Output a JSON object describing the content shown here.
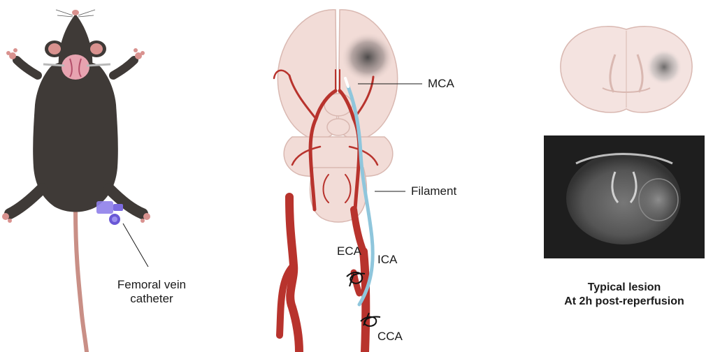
{
  "labels": {
    "femoral_line1": "Femoral vein",
    "femoral_line2": "catheter",
    "mca": "MCA",
    "filament": "Filament",
    "eca": "ECA",
    "ica": "ICA",
    "cca": "CCA",
    "lesion_line1": "Typical lesion",
    "lesion_line2": "At 2h post-reperfusion"
  },
  "colors": {
    "mouse_body": "#3f3a37",
    "mouse_pink": "#d9928f",
    "brain_fill": "#f2dcd7",
    "brain_stroke": "#d9b8b1",
    "artery": "#b8332d",
    "filament": "#8fc6dc",
    "catheter": "#7c6be0",
    "mri_bg": "#1e1e1e"
  },
  "icons": [
    "mouse-illustration",
    "brain-illustration",
    "coronal-slice-illustration",
    "mri-scan-image",
    "suture-knot-icon"
  ]
}
